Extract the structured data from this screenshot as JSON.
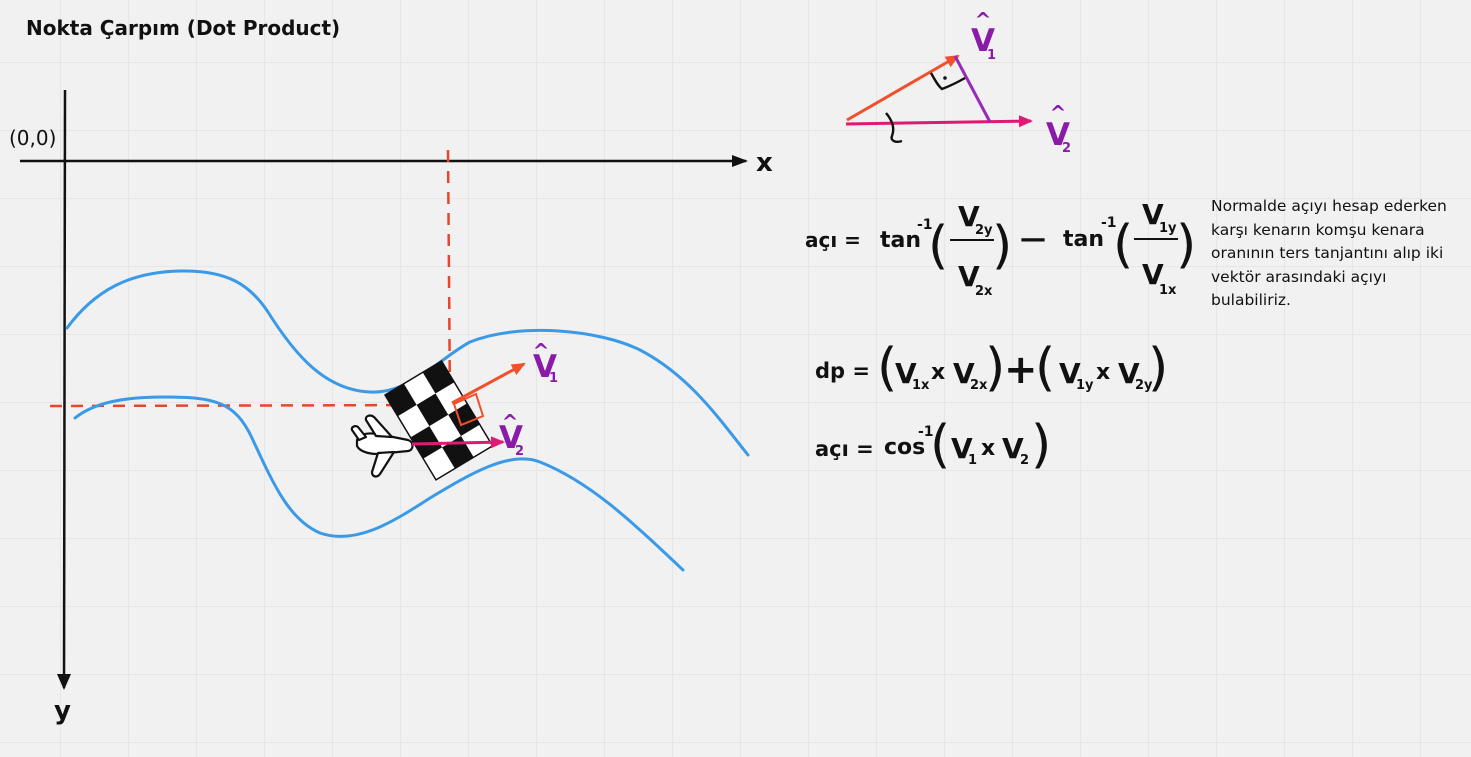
{
  "title": "Nokta Çarpım (Dot Product)",
  "origin_label": "(0,0)",
  "axis_x_label": "x",
  "axis_y_label": "y",
  "vectors": {
    "v1": {
      "base": "V",
      "sub": "1",
      "hat": "^"
    },
    "v2": {
      "base": "V",
      "sub": "2",
      "hat": "^"
    }
  },
  "formula_angle_atan": {
    "lhs": "açı =",
    "fn1": "tan",
    "sup1": "-1",
    "num1": {
      "base": "V",
      "sub": "2y"
    },
    "den1": {
      "base": "V",
      "sub": "2x"
    },
    "minus": "—",
    "fn2": "tan",
    "sup2": "-1",
    "num2": {
      "base": "V",
      "sub": "1y"
    },
    "den2": {
      "base": "V",
      "sub": "1x"
    }
  },
  "formula_dp": {
    "lhs": "dp =",
    "t1a": {
      "base": "V",
      "sub": "1x"
    },
    "times": "x",
    "t1b": {
      "base": "V",
      "sub": "2x"
    },
    "plus": "+",
    "t2a": {
      "base": "V",
      "sub": "1y"
    },
    "t2b": {
      "base": "V",
      "sub": "2y"
    }
  },
  "formula_angle_acos": {
    "lhs": "açı =",
    "fn": "cos",
    "sup": "-1",
    "a": {
      "base": "V",
      "sub": "1"
    },
    "times": "x",
    "b": {
      "base": "V",
      "sub": "2"
    }
  },
  "explanation": "Normalde açıyı hesap ederken karşı kenarın komşu kenara oranının ters tanjantını alıp iki vektör arasındaki açıyı bulabiliriz.",
  "colors": {
    "axis": "#111111",
    "road": "#3a9ae8",
    "guide": "#e8452c",
    "vector1": "#f0502a",
    "vector2": "#df1a72",
    "label": "#8a1aa8",
    "projection": "#9a2ab8"
  },
  "icons": [
    "airplane-icon",
    "checkered-flag-icon"
  ]
}
